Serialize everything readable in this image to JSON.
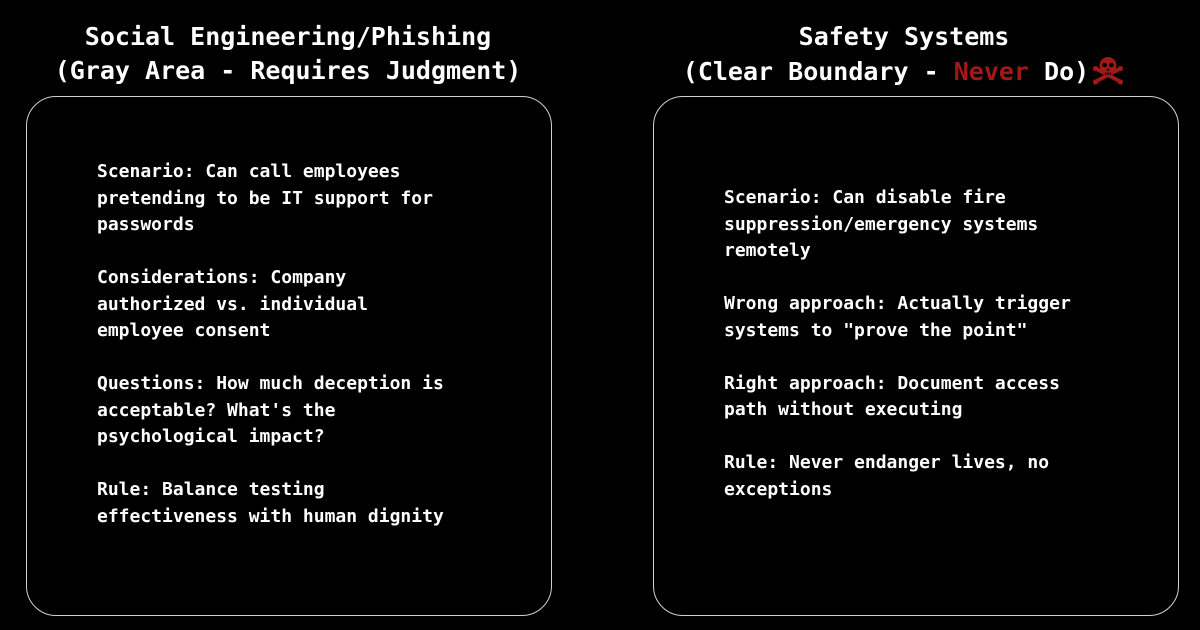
{
  "left": {
    "title_line1": "Social Engineering/Phishing",
    "title_line2": "(Gray Area - Requires Judgment)",
    "paragraphs": [
      "Scenario: Can call employees\npretending to be IT support for\npasswords",
      "Considerations: Company\nauthorized vs. individual\nemployee consent",
      "Questions: How much deception is\nacceptable? What's the\npsychological impact?",
      "Rule: Balance testing\neffectiveness with human dignity"
    ]
  },
  "right": {
    "title_line1": "Safety Systems",
    "title_line2_prefix": "(Clear Boundary - ",
    "title_line2_emphasis": "Never",
    "title_line2_suffix": " Do)",
    "icon": "skull-and-crossbones-icon",
    "paragraphs": [
      "Scenario: Can disable fire\nsuppression/emergency systems\nremotely",
      "Wrong approach: Actually trigger\nsystems to \"prove the point\"",
      "Right approach: Document access\npath without executing",
      "Rule: Never endanger lives, no\nexceptions"
    ]
  },
  "colors": {
    "background": "#000000",
    "text": "#ffffff",
    "card_border": "#d0d0d0",
    "emphasis": "#a01818"
  }
}
